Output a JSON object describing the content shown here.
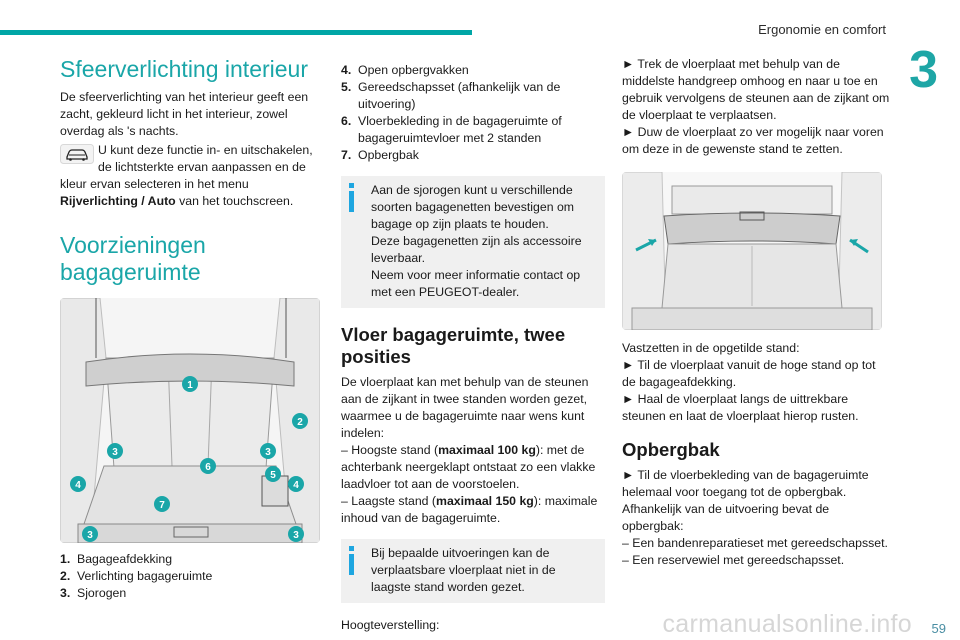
{
  "header": {
    "title": "Ergonomie en comfort",
    "chapter_number": "3"
  },
  "col1": {
    "section1_title": "Sfeerverlichting interieur",
    "section1_p1": "De sfeerverlichting van het interieur geeft een zacht, gekleurd licht in het interieur, zowel overdag als 's nachts.",
    "section1_icon": "car-icon",
    "section1_p2_lead": "U kunt deze functie in- en uitschakelen, de lichtsterkte ervan aanpassen en de",
    "section1_p2_rest": "kleur ervan selecteren in het menu",
    "section1_p2_menu": "Rijverlichting / Auto",
    "section1_p2_end": " van het touchscreen.",
    "section2_title_line1": "Voorzieningen",
    "section2_title_line2": "bagageruimte",
    "legend": [
      {
        "num": "1.",
        "label": "Bagageafdekking"
      },
      {
        "num": "2.",
        "label": "Verlichting bagageruimte"
      },
      {
        "num": "3.",
        "label": "Sjorogen"
      }
    ]
  },
  "illustration1": {
    "callouts": [
      "1",
      "2",
      "3",
      "3",
      "4",
      "5",
      "6",
      "7",
      "3",
      "3",
      "4"
    ]
  },
  "col2": {
    "list": [
      {
        "num": "4.",
        "label": "Open opbergvakken"
      },
      {
        "num": "5.",
        "label": "Gereedschapsset (afhankelijk van de uitvoering)"
      },
      {
        "num": "6.",
        "label": "Vloerbekleding in de bagageruimte of bagageruimtevloer met 2 standen"
      },
      {
        "num": "7.",
        "label": "Opbergbak"
      }
    ],
    "info1": "Aan de sjorogen kunt u verschillende soorten bagagenetten bevestigen om bagage op zijn plaats te houden.\nDeze bagagenetten zijn als accessoire leverbaar.\nNeem voor meer informatie contact op met een PEUGEOT-dealer.",
    "section3_title": "Vloer bagageruimte, twee posities",
    "section3_p1": "De vloerplaat kan met behulp van de steunen aan de zijkant in twee standen worden gezet, waarmee u de bagageruimte naar wens kunt indelen:",
    "section3_item1_pre": "– Hoogste stand (",
    "section3_item1_bold": "maximaal 100 kg",
    "section3_item1_post": "): met de achterbank neergeklapt ontstaat zo een vlakke laadvloer tot aan de voorstoelen.",
    "section3_item2_pre": "– Laagste stand (",
    "section3_item2_bold": "maximaal 150 kg",
    "section3_item2_post": "): maximale inhoud van de bagageruimte.",
    "info2": "Bij bepaalde uitvoeringen kan de verplaatsbare vloerplaat niet in de laagste stand worden gezet.",
    "height_label": "Hoogteverstelling:"
  },
  "col3": {
    "p1": "► Trek de vloerplaat met behulp van de middelste handgreep omhoog en naar u toe en gebruik vervolgens de steunen aan de zijkant om de vloerplaat te verplaatsen.",
    "p2": "► Duw de vloerplaat zo ver mogelijk naar voren om deze in de gewenste stand te zetten.",
    "fix_label": "Vastzetten in de opgetilde stand:",
    "fix_step1": "► Til de vloerplaat vanuit de hoge stand op tot de bagageafdekking.",
    "fix_step2": "► Haal de vloerplaat langs de uittrekbare steunen en laat de vloerplaat hierop rusten.",
    "section4_title": "Opbergbak",
    "section4_p1": "► Til de vloerbekleding van de bagageruimte helemaal voor toegang tot de opbergbak.",
    "section4_p2": "Afhankelijk van de uitvoering bevat de opbergbak:",
    "section4_item1": "– Een bandenreparatieset met gereedschapsset.",
    "section4_item2": "– Een reservewiel met gereedschapsset."
  },
  "footer": {
    "page_number": "59",
    "watermark": "carmanualsonline.info"
  },
  "colors": {
    "accent_teal": "#1aa6a8",
    "callout_teal": "#1aa6a8",
    "info_icon": "#1ea6e0"
  }
}
